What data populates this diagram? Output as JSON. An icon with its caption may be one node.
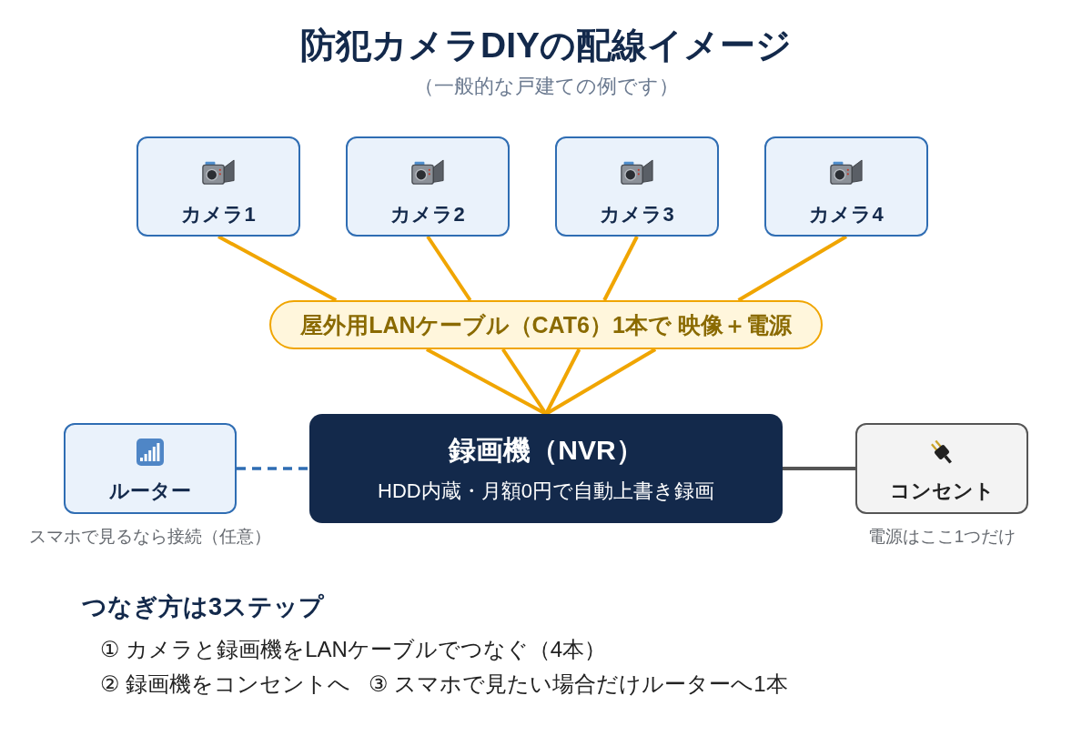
{
  "diagram": {
    "title": "防犯カメラDIYの配線イメージ",
    "nodes": [
      {
        "text": [
          "カメラ1"
        ]
      },
      {
        "text": [
          "カメラ2"
        ]
      },
      {
        "text": [
          "カメラ3"
        ]
      },
      {
        "text": [
          "カメラ4"
        ]
      },
      {
        "text": [
          "屋外用LANケーブル（CAT6）1本で 映像＋電源"
        ]
      },
      {
        "text": [
          "録画機（NVR）",
          "HDD内蔵・月額0円で自動上書き録画"
        ]
      },
      {
        "text": [
          "ルーター"
        ],
        "beside": [
          "スマホで見るなら接続（任意）"
        ]
      },
      {
        "text": [
          "コンセント"
        ],
        "beside": [
          "電源はここ1つだけ"
        ]
      }
    ],
    "edges": [
      {
        "from": 0,
        "to": 4,
        "arrow": "none"
      },
      {
        "from": 1,
        "to": 4,
        "arrow": "none"
      },
      {
        "from": 2,
        "to": 4,
        "arrow": "none"
      },
      {
        "from": 3,
        "to": 4,
        "arrow": "none"
      },
      {
        "from": 4,
        "to": 5,
        "arrow": "none"
      },
      {
        "from": 4,
        "to": 5,
        "arrow": "none"
      },
      {
        "from": 4,
        "to": 5,
        "arrow": "none"
      },
      {
        "from": 4,
        "to": 5,
        "arrow": "none"
      },
      {
        "from": 6,
        "to": 5,
        "arrow": "none",
        "style": "dashed",
        "color": "#2f6db3"
      },
      {
        "from": 5,
        "to": 7,
        "arrow": "none",
        "color": "#555555"
      }
    ],
    "labels": [
      "（一般的な戸建ての例です）",
      "つなぎ方は3ステップ",
      "① カメラと録画機をLANケーブルでつなぐ（4本）",
      "② 録画機をコンセントへ",
      "③ スマホで見たい場合だけルーターへ1本"
    ]
  }
}
